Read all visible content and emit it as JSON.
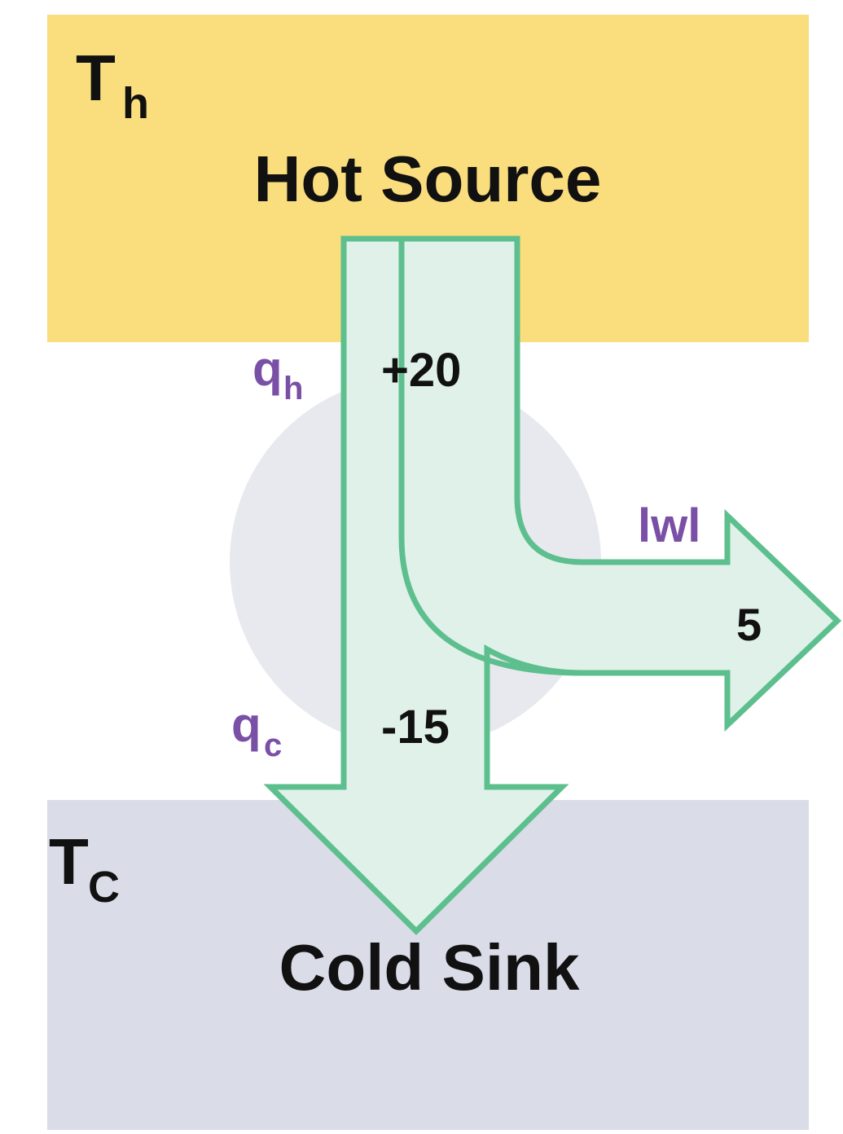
{
  "hot_reservoir": {
    "symbol": "T",
    "subscript": "h",
    "label": "Hot Source",
    "color": "#fadd7d"
  },
  "cold_reservoir": {
    "symbol": "T",
    "subscript": "C",
    "label": "Cold Sink",
    "color": "#dadce8"
  },
  "engine": {
    "color": "#e8e9ee"
  },
  "flows": {
    "arrow_fill": "#e0f1ea",
    "arrow_stroke": "#5dbf8e",
    "heat_in": {
      "symbol": "q",
      "subscript": "h",
      "value": "+20"
    },
    "heat_out": {
      "symbol": "q",
      "subscript": "c",
      "value": "-15"
    },
    "work": {
      "symbol": "lwl",
      "value": "5"
    },
    "label_color": "#7a4fa6"
  }
}
